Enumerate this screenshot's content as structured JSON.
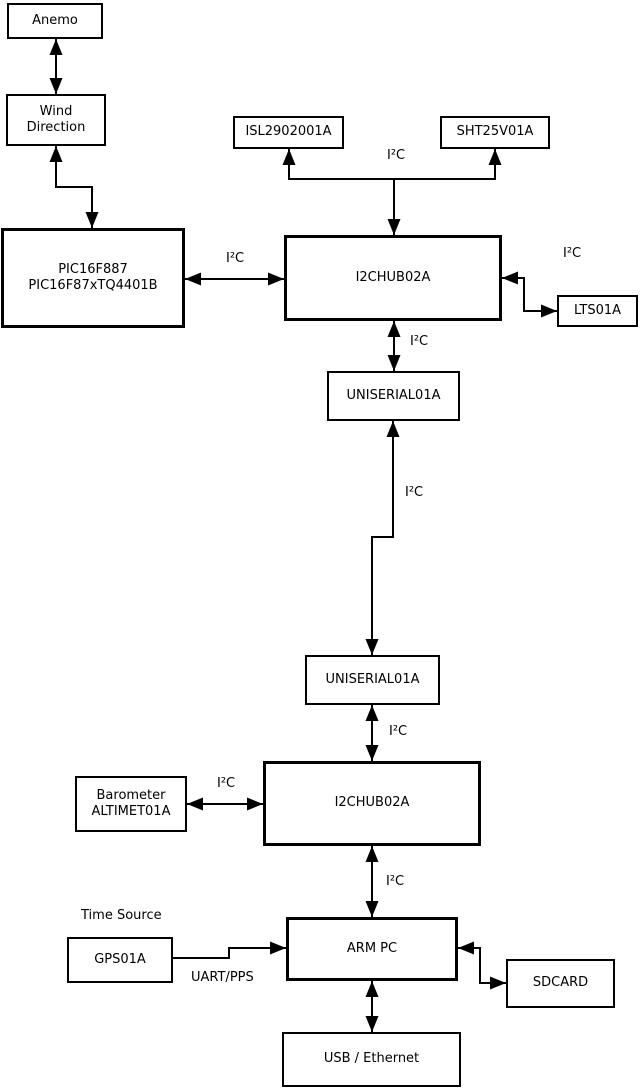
{
  "diagram_type": "block-diagram",
  "nodes": {
    "anemo": "Anemo",
    "wind_direction": "Wind\nDirection",
    "pic": "PIC16F887\nPIC16F87xTQ4401B",
    "isl": "ISL2902001A",
    "sht": "SHT25V01A",
    "i2chub_top": "I2CHUB02A",
    "lts": "LTS01A",
    "uniserial_top": "UNISERIAL01A",
    "uniserial_bottom": "UNISERIAL01A",
    "i2chub_bottom": "I2CHUB02A",
    "barometer": "Barometer\nALTIMET01A",
    "arm_pc": "ARM PC",
    "gps": "GPS01A",
    "sdcard": "SDCARD",
    "usb_ethernet": "USB / Ethernet"
  },
  "labels": {
    "i2c": "I²C",
    "uart_pps": "UART/PPS",
    "time_source": "Time Source"
  },
  "colors": {
    "line": "#000000",
    "box_fill": "#ffffff",
    "background": "#ffffff",
    "text": "#000000"
  }
}
